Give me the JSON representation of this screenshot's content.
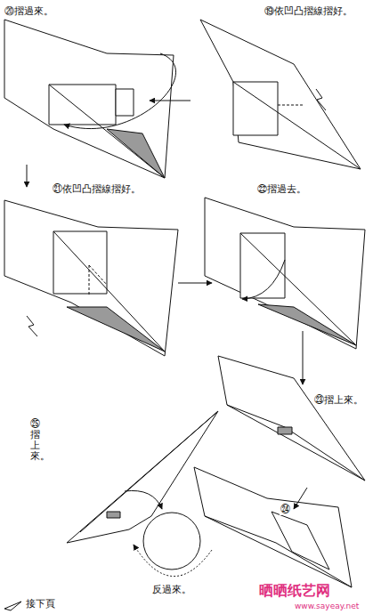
{
  "diagram": {
    "labels": [
      "⑳摺過來。",
      "⑲依凹凸摺線摺好。",
      "㉑依凹凸摺線摺好。",
      "㉒摺過去。",
      "㉓摺上來。",
      "㉔",
      "㉕摺上來。",
      "反過來。",
      "接下頁",
      "晒晒纸艺网",
      "www.sayeay.net"
    ]
  }
}
